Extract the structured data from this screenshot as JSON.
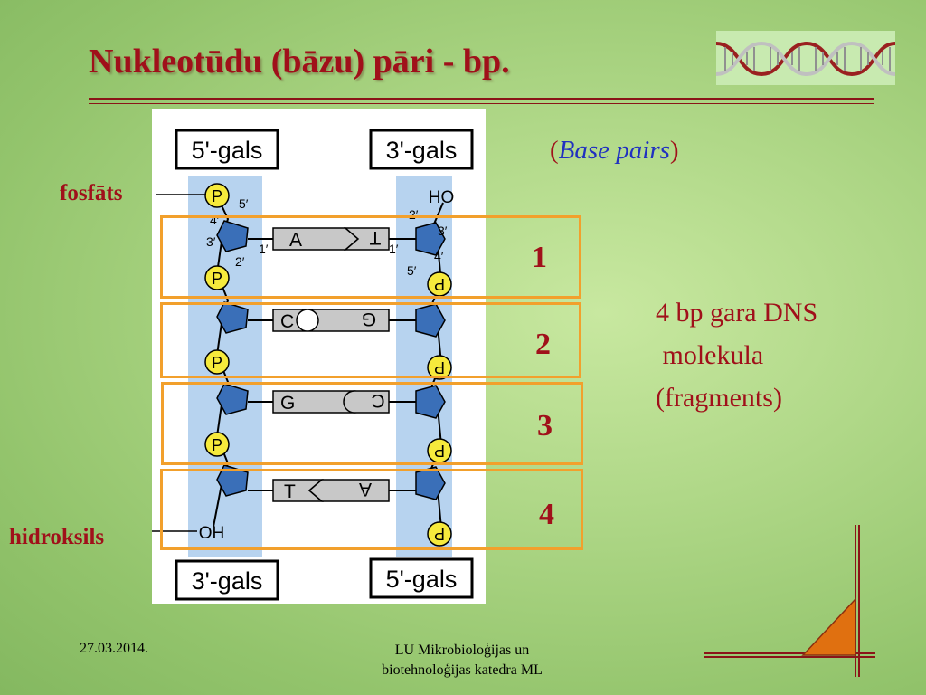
{
  "slide": {
    "title": "Nukleotūdu (bāzu) pāri - bp.",
    "subtitle_prefix": "(",
    "subtitle_italic": "Base pairs",
    "subtitle_suffix": ")",
    "label_phosphate": "fosfāts",
    "label_hydroxyl": "hidroksils",
    "description": "4 bp gara DNS\n molekula\n(fragments)",
    "pair_numbers": [
      "1",
      "2",
      "3",
      "4"
    ]
  },
  "figure": {
    "end_top_left": "5'-gals",
    "end_top_right": "3'-gals",
    "end_bottom_left": "3'-gals",
    "end_bottom_right": "5'-gals",
    "ho_top": "HO",
    "oh_bottom": "OH",
    "phosphate": "P",
    "pairs": [
      {
        "left": "A",
        "right": "T"
      },
      {
        "left": "C",
        "right": "G"
      },
      {
        "left": "G",
        "right": "C"
      },
      {
        "left": "T",
        "right": "A"
      }
    ],
    "carbon_labels": {
      "l5": "5′",
      "l4": "4′",
      "l3": "3′",
      "l2": "2′",
      "l1": "1′",
      "r2": "2′",
      "r3": "3′",
      "r1": "1′",
      "r4": "4′",
      "r5": "5′"
    }
  },
  "footer": {
    "date": "27.03.2014.",
    "org_line1": "LU Mikrobioloģijas un",
    "org_line2": "biotehnoloģijas katedra ML"
  },
  "colors": {
    "title": "#a0101a",
    "accent_blue": "#2030c0",
    "box_orange": "#f2a02c",
    "sugar_blue": "#3a6fb8",
    "phosphate_yellow": "#f6ea3c",
    "strand_bg": "#b7d3ef",
    "base_gray": "#c8c8c8",
    "corner_orange": "#e07010"
  }
}
